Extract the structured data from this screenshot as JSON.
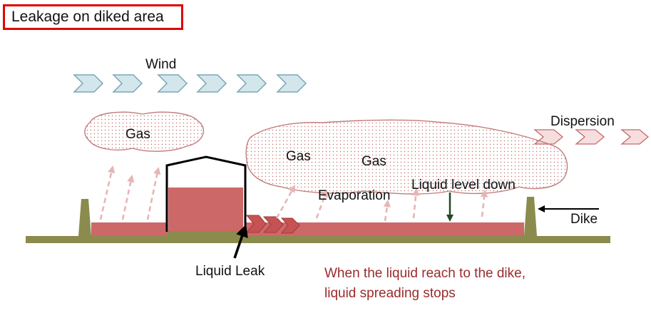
{
  "title": "Leakage on diked area",
  "labels": {
    "wind": "Wind",
    "gas_left": "Gas",
    "gas_mid": "Gas",
    "gas_right": "Gas",
    "dispersion": "Dispersion",
    "evaporation": "Evaporation",
    "liquid_level_down": "Liquid level down",
    "dike": "Dike",
    "liquid_leak": "Liquid Leak"
  },
  "note": {
    "line1": "When the liquid reach to the dike,",
    "line2": "liquid spreading stops"
  },
  "colors": {
    "title_border": "#e00000",
    "ground": "#8b8b4e",
    "liquid": "#cd6868",
    "wind_chevron": "#d3e6ec",
    "wind_chevron_stroke": "#7aa7b6",
    "gas_dots": "#b85a5a",
    "evaporation_arrow": "#e6b5b5",
    "note_text": "#9b2b2b"
  }
}
